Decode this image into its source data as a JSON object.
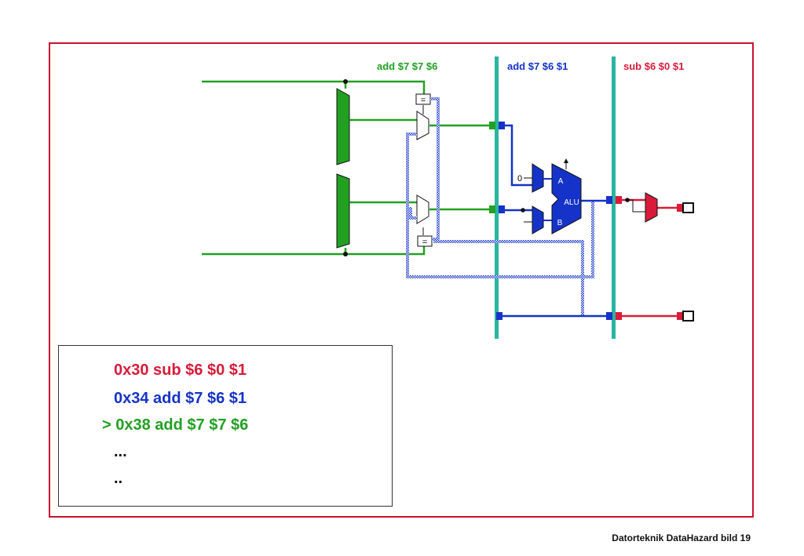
{
  "colors": {
    "stage3": "#22a022",
    "stage4": "#1533c8",
    "stage5": "#d81b3a",
    "pipe_reg": "#2ab5a0",
    "frame": "#c8102e"
  },
  "stage_labels": [
    {
      "text": "add $7 $7 $6",
      "color": "#22a022"
    },
    {
      "text": "add $7 $6 $1",
      "color": "#1533c8"
    },
    {
      "text": "sub $6 $0 $1",
      "color": "#d81b3a"
    }
  ],
  "diagram": {
    "compare_label": "=",
    "zero_label": "0",
    "alu_label": "ALU",
    "alu_input_a": "A",
    "alu_input_b": "B"
  },
  "code_lines": [
    {
      "text": "0x30 sub $6 $0 $1",
      "color": "#d81b3a"
    },
    {
      "text": "0x34 add $7 $6 $1",
      "color": "#1533c8"
    },
    {
      "text": "> 0x38 add $7 $7 $6",
      "color": "#22a022"
    },
    {
      "text": "...",
      "color": "#111111"
    },
    {
      "text": "..",
      "color": "#111111"
    }
  ],
  "footer": "Datorteknik DataHazard bild 19"
}
